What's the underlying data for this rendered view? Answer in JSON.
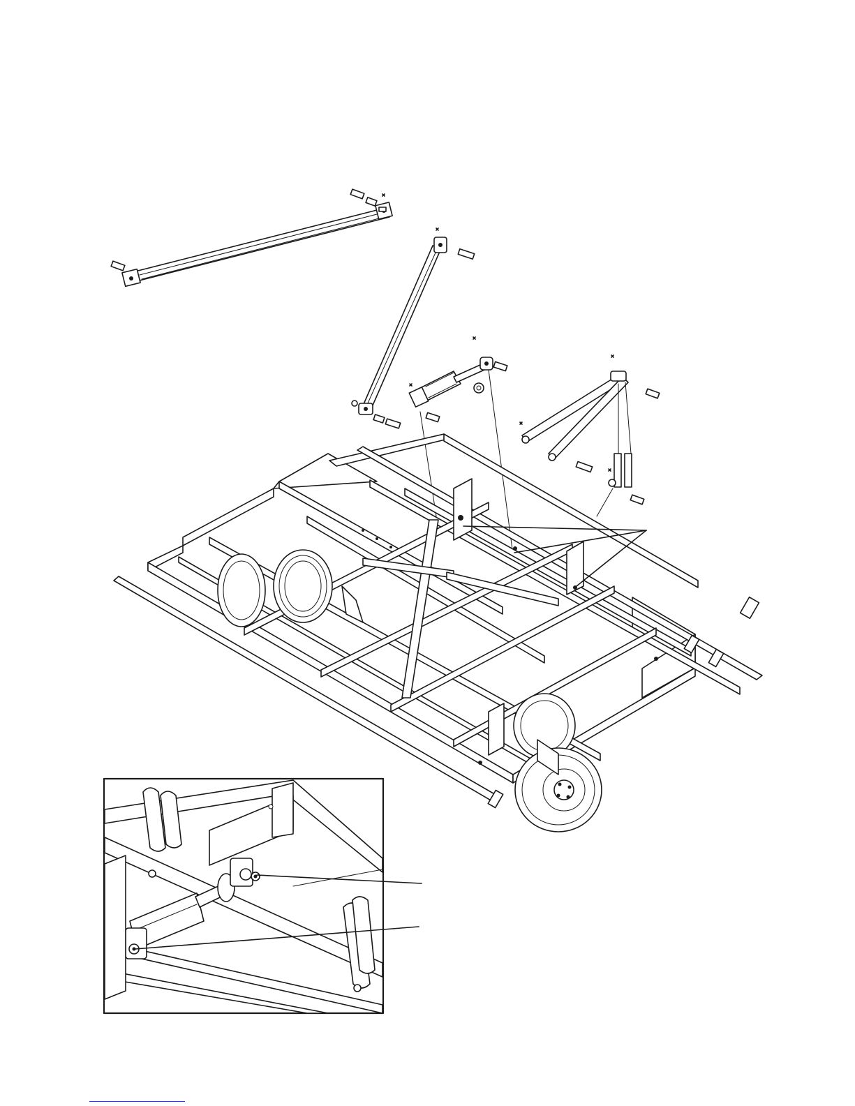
{
  "figure": {
    "main_view": "exploded-assembly",
    "detail_view": "inset",
    "callout_groups": [
      {
        "target": "main-frame",
        "leader_count": 3
      },
      {
        "target": "detail-inset",
        "leader_count": 2
      }
    ]
  },
  "colors": {
    "line": "#1a1a1a",
    "background": "#ffffff",
    "footer_rule": "#3b3bc7"
  }
}
